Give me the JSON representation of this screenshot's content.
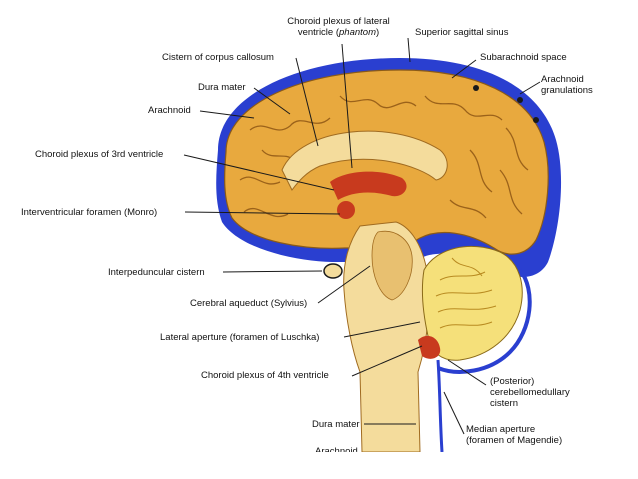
{
  "labels": {
    "choroid_lateral_1": "Choroid plexus of lateral",
    "choroid_lateral_2": "ventricle (",
    "choroid_lateral_phantom": "phantom",
    "choroid_lateral_3": ")",
    "superior_sagittal_sinus": "Superior sagittal sinus",
    "cistern_corpus_callosum": "Cistern of corpus callosum",
    "subarachnoid_space": "Subarachnoid space",
    "dura_mater_top": "Dura mater",
    "arachnoid_granulations_1": "Arachnoid",
    "arachnoid_granulations_2": "granulations",
    "arachnoid_top": "Arachnoid",
    "choroid_3rd": "Choroid plexus of 3rd ventricle",
    "interventricular_foramen": "Interventricular foramen (Monro)",
    "interpeduncular_cistern": "Interpeduncular cistern",
    "cerebral_aqueduct": "Cerebral aqueduct (Sylvius)",
    "lateral_aperture": "Lateral aperture (foramen of Luschka)",
    "choroid_4th": "Choroid plexus of 4th ventricle",
    "posterior_cistern_1": "(Posterior)",
    "posterior_cistern_2": "cerebellomedullary",
    "posterior_cistern_3": "cistern",
    "dura_mater_bottom": "Dura mater",
    "median_aperture_1": "Median aperture",
    "median_aperture_2": "(foramen of Magendie)",
    "arachnoid_bottom": "Arachnoid"
  },
  "colors": {
    "csf_blue": "#2a3fd0",
    "brain_tan": "#e8a93e",
    "brain_light": "#f4dc9c",
    "choroid_red": "#c83a1e",
    "leader": "#1a1a1a"
  }
}
